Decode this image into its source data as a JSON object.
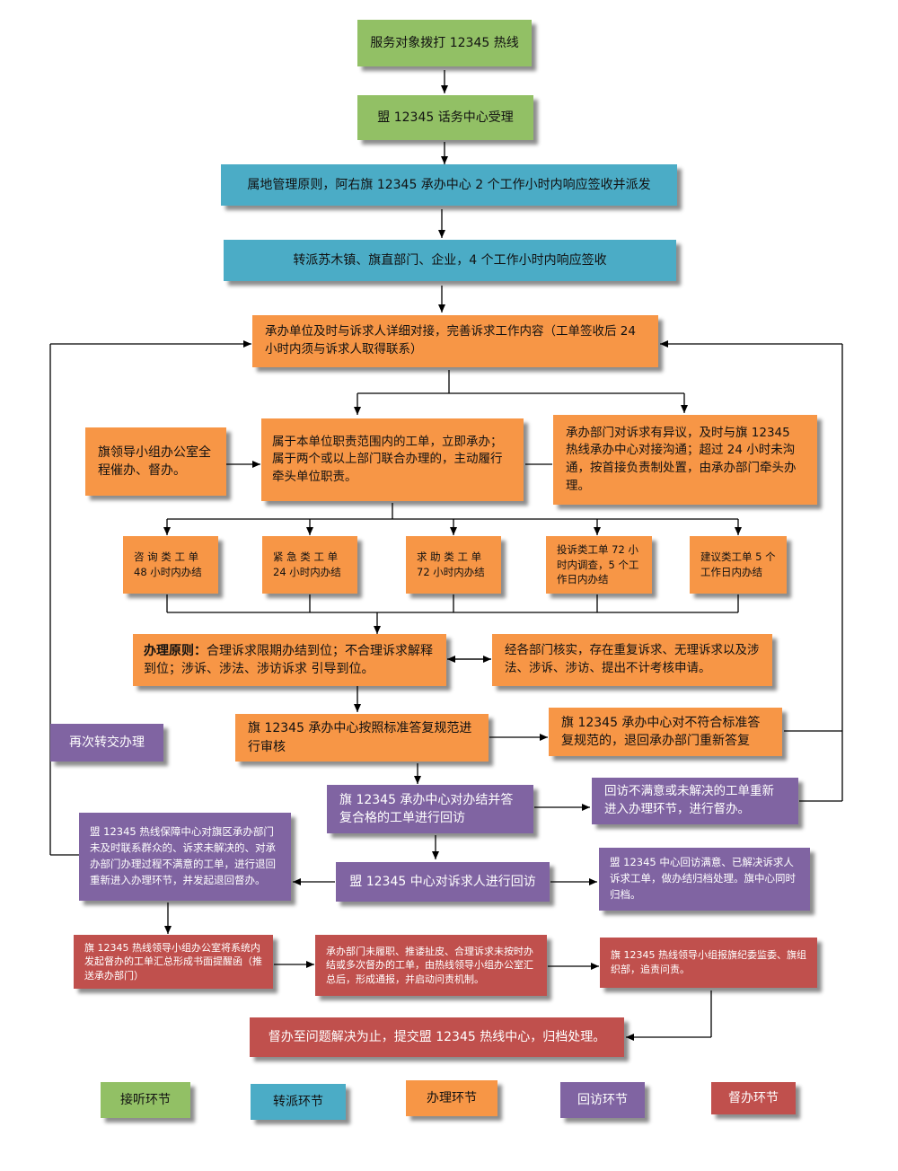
{
  "colors": {
    "intake": "#92c065",
    "dispatch": "#4bacc6",
    "handle": "#f79646",
    "revisit": "#8064a2",
    "supervise": "#c0504d"
  },
  "nodes": {
    "call": "服务对象拨打 12345 热线",
    "accept": "盟 12345 话务中心受理",
    "dispatch_banner": "属地管理原则，阿右旗 12345 承办中心 2 个工作小时内响应签收并派发",
    "transfer": "转派苏木镇、旗直部门、企业，4 个工作小时内响应签收",
    "contact": "承办单位及时与诉求人详细对接，完善诉求工作内容（工单签收后 24 小时内须与诉求人取得联系）",
    "leader_office": "旗领导小组办公室全程催办、督办。",
    "responsibility": "属于本单位职责范围内的工单，立即承办；属于两个或以上部门联合办理的，主动履行牵头单位职责。",
    "dispute": "承办部门对诉求有异议，及时与旗 12345 热线承办中心对接沟通；超过 24 小时未沟通，按首接负责制处置，由承办部门牵头办理。",
    "ticket_consult": "咨 询 类 工 单 48 小时内办结",
    "ticket_urgent": "紧 急 类 工 单 24 小时内办结",
    "ticket_help": "求 助 类 工 单 72 小时内办结",
    "ticket_complaint": "投诉类工单 72 小时内调查，5 个工作日内办结",
    "ticket_suggest": "建议类工单 5 个工作日内办结",
    "principle_title": "办理原则：",
    "principle_text": "合理诉求限期办结到位；不合理诉求解释到位；涉诉、涉法、涉访诉求 引导到位。",
    "verify": "经各部门核实，存在重复诉求、无理诉求以及涉法、涉诉、涉访、提出不计考核申请。",
    "review": "旗 12345 承办中心按照标准答复规范进行审核",
    "return_noncompliant": "旗 12345 承办中心对不符合标准答复规范的，退回承办部门重新答复",
    "retransfer": "再次转交办理",
    "revisit_qualified": "旗 12345 承办中心对办结并答复合格的工单进行回访",
    "revisit_unsatisfied": "回访不满意或未解决的工单重新进入办理环节，进行督办。",
    "guarantee": "盟 12345 热线保障中心对旗区承办部门未及时联系群众的、诉求未解决的、对承办部门办理过程不满意的工单，进行退回重新进入办理环节，并发起退回督办。",
    "league_revisit": "盟 12345 中心对诉求人进行回访",
    "satisfied_archive": "盟 12345 中心回访满意、已解决诉求人诉求工单，做办结归档处理。旗中心同时归档。",
    "reminder": "旗 12345 热线领导小组办公室将系统内发起督办的工单汇总形成书面提醒函（推送承办部门）",
    "accountability": "承办部门未履职、推诿扯皮、合理诉求未按时办结或多次督办的工单，由热线领导小组办公室汇总后，形成通报，并启动问责机制。",
    "report": "旗 12345 热线领导小组报旗纪委监委、旗组织部，追责问责。",
    "final": "督办至问题解决为止，提交盟 12345 热线中心，归档处理。"
  },
  "legend": [
    "接听环节",
    "转派环节",
    "办理环节",
    "回访环节",
    "督办环节"
  ]
}
